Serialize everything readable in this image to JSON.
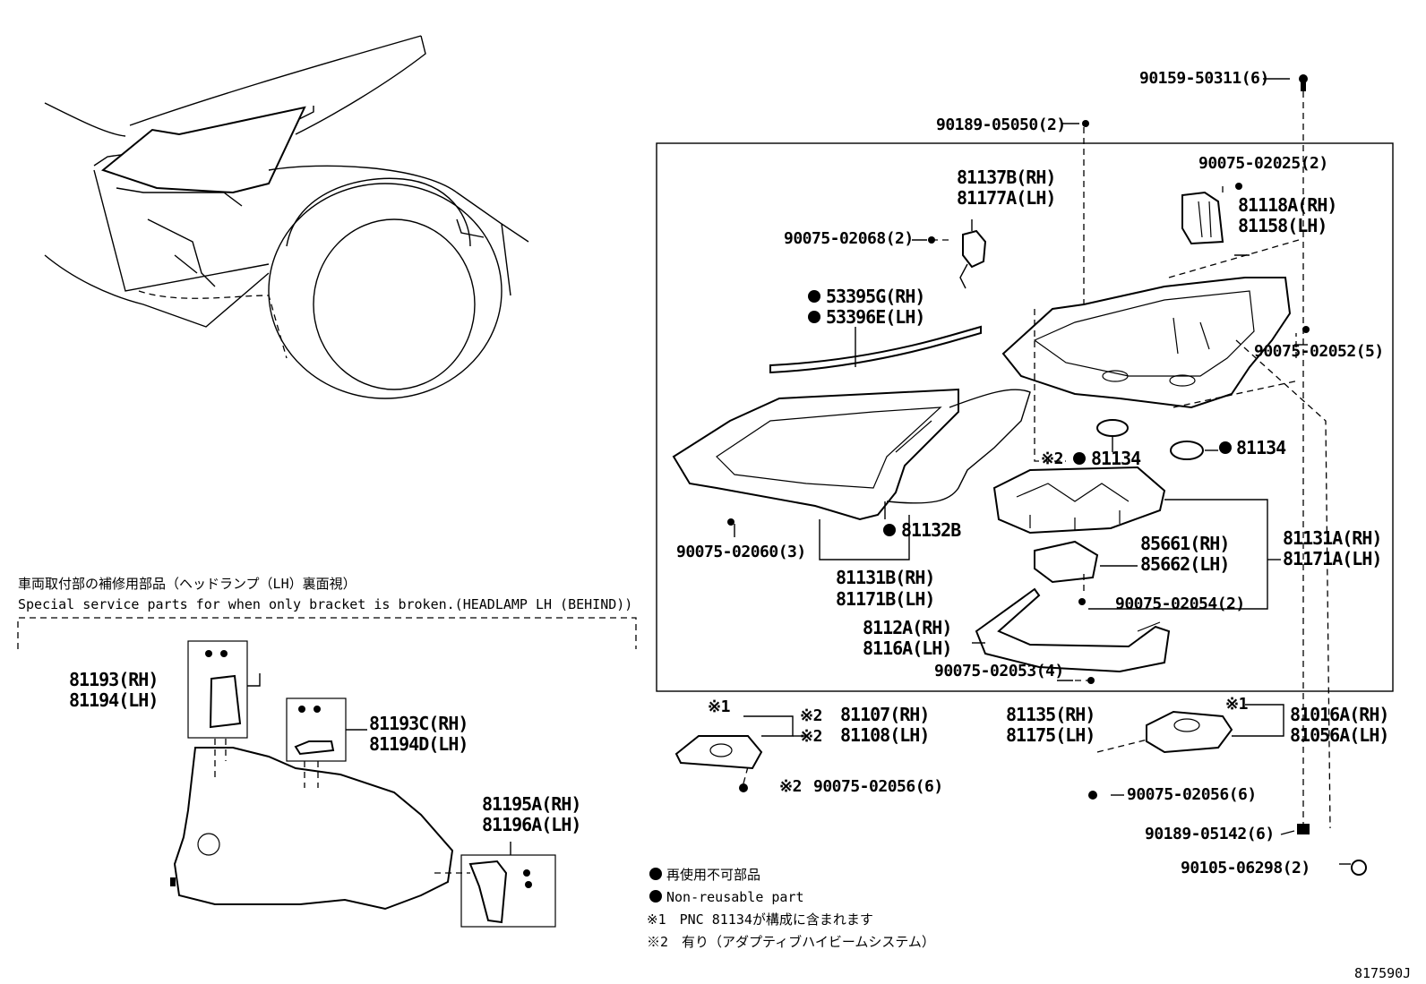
{
  "diagram_code": "817590J",
  "inset": {
    "title_jp": "車両取付部の補修用部品（ヘッドランプ（LH）裏面視）",
    "title_en": "Special service parts for when only bracket is broken.(HEADLAMP LH (BEHIND))",
    "parts": {
      "p81193": "81193(RH)",
      "p81194": "81194(LH)",
      "p81193c": "81193C(RH)",
      "p81194d": "81194D(LH)",
      "p81195a": "81195A(RH)",
      "p81196a": "81196A(LH)"
    }
  },
  "parts": {
    "p90159": "90159-50311(6)",
    "p90189a": "90189-05050(2)",
    "p81137b": "81137B(RH)",
    "p81177a": "81177A(LH)",
    "p90075_2025": "90075-02025(2)",
    "p81118a": "81118A(RH)",
    "p81158": "81158(LH)",
    "p90075_2068": "90075-02068(2)",
    "p53395g": "53395G(RH)",
    "p53396e": "53396E(LH)",
    "p90075_2052": "90075-02052(5)",
    "p81134a": "81134",
    "p81134a_mark": "※2",
    "p81134b": "81134",
    "p81132b": "81132B",
    "p90075_2060": "90075-02060(3)",
    "p81131b": "81131B(RH)",
    "p81171b": "81171B(LH)",
    "p85661": "85661(RH)",
    "p85662": "85662(LH)",
    "p81131a": "81131A(RH)",
    "p81171a": "81171A(LH)",
    "p90075_2054": "90075-02054(2)",
    "p8112a": "8112A(RH)",
    "p8116a": "8116A(LH)",
    "p90075_2053": "90075-02053(4)",
    "p81107": "81107(RH)",
    "p81108": "81108(LH)",
    "p81107_mark": "※2",
    "p81108_mark": "※2",
    "p81107_note": "※1",
    "p90075_2056a": "90075-02056(6)",
    "p90075_2056a_mark": "※2",
    "p81135": "81135(RH)",
    "p81175": "81175(LH)",
    "p81016a": "81016A(RH)",
    "p81056a": "81056A(LH)",
    "p81016a_note": "※1",
    "p90075_2056b": "90075-02056(6)",
    "p90189b": "90189-05142(6)",
    "p90105": "90105-06298(2)"
  },
  "legend": {
    "nonreusable_jp": "再使用不可部品",
    "nonreusable_en": "Non-reusable part",
    "note1": "※1　PNC 81134が構成に含まれます",
    "note2": "※2　有り（アダプティブハイビームシステム）"
  }
}
